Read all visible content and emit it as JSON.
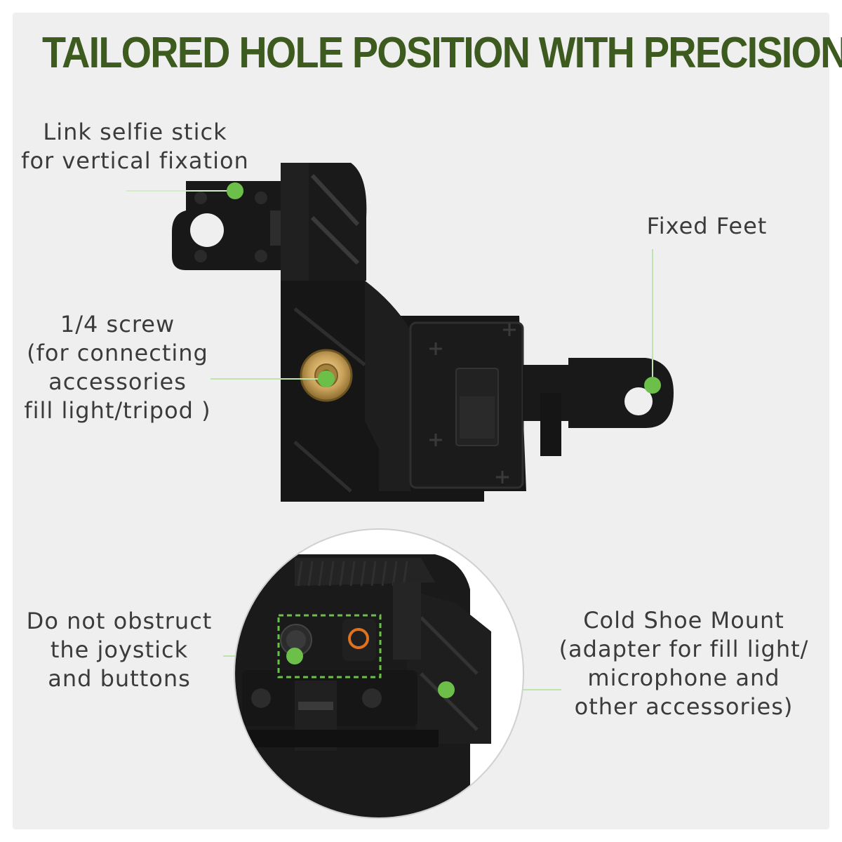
{
  "title": "TAILORED HOLE POSITION WITH PRECISION",
  "colors": {
    "title": "#3d5a1f",
    "accent": "#6cc04a",
    "text": "#3b3b3b",
    "background": "#efefef",
    "product": "#151515"
  },
  "callouts": {
    "selfie_stick": {
      "line1": "Link selfie stick",
      "line2": "for vertical fixation"
    },
    "fixed_feet": {
      "line1": "Fixed Feet"
    },
    "screw": {
      "line1": "1/4 screw",
      "line2": "(for connecting",
      "line3": "accessories",
      "line4": "fill light/tripod )"
    },
    "joystick": {
      "line1": "Do not obstruct",
      "line2": "the joystick",
      "line3": "and buttons"
    },
    "cold_shoe": {
      "line1": "Cold Shoe Mount",
      "line2": "(adapter for fill light/",
      "line3": "microphone and",
      "line4": "other accessories)"
    }
  }
}
